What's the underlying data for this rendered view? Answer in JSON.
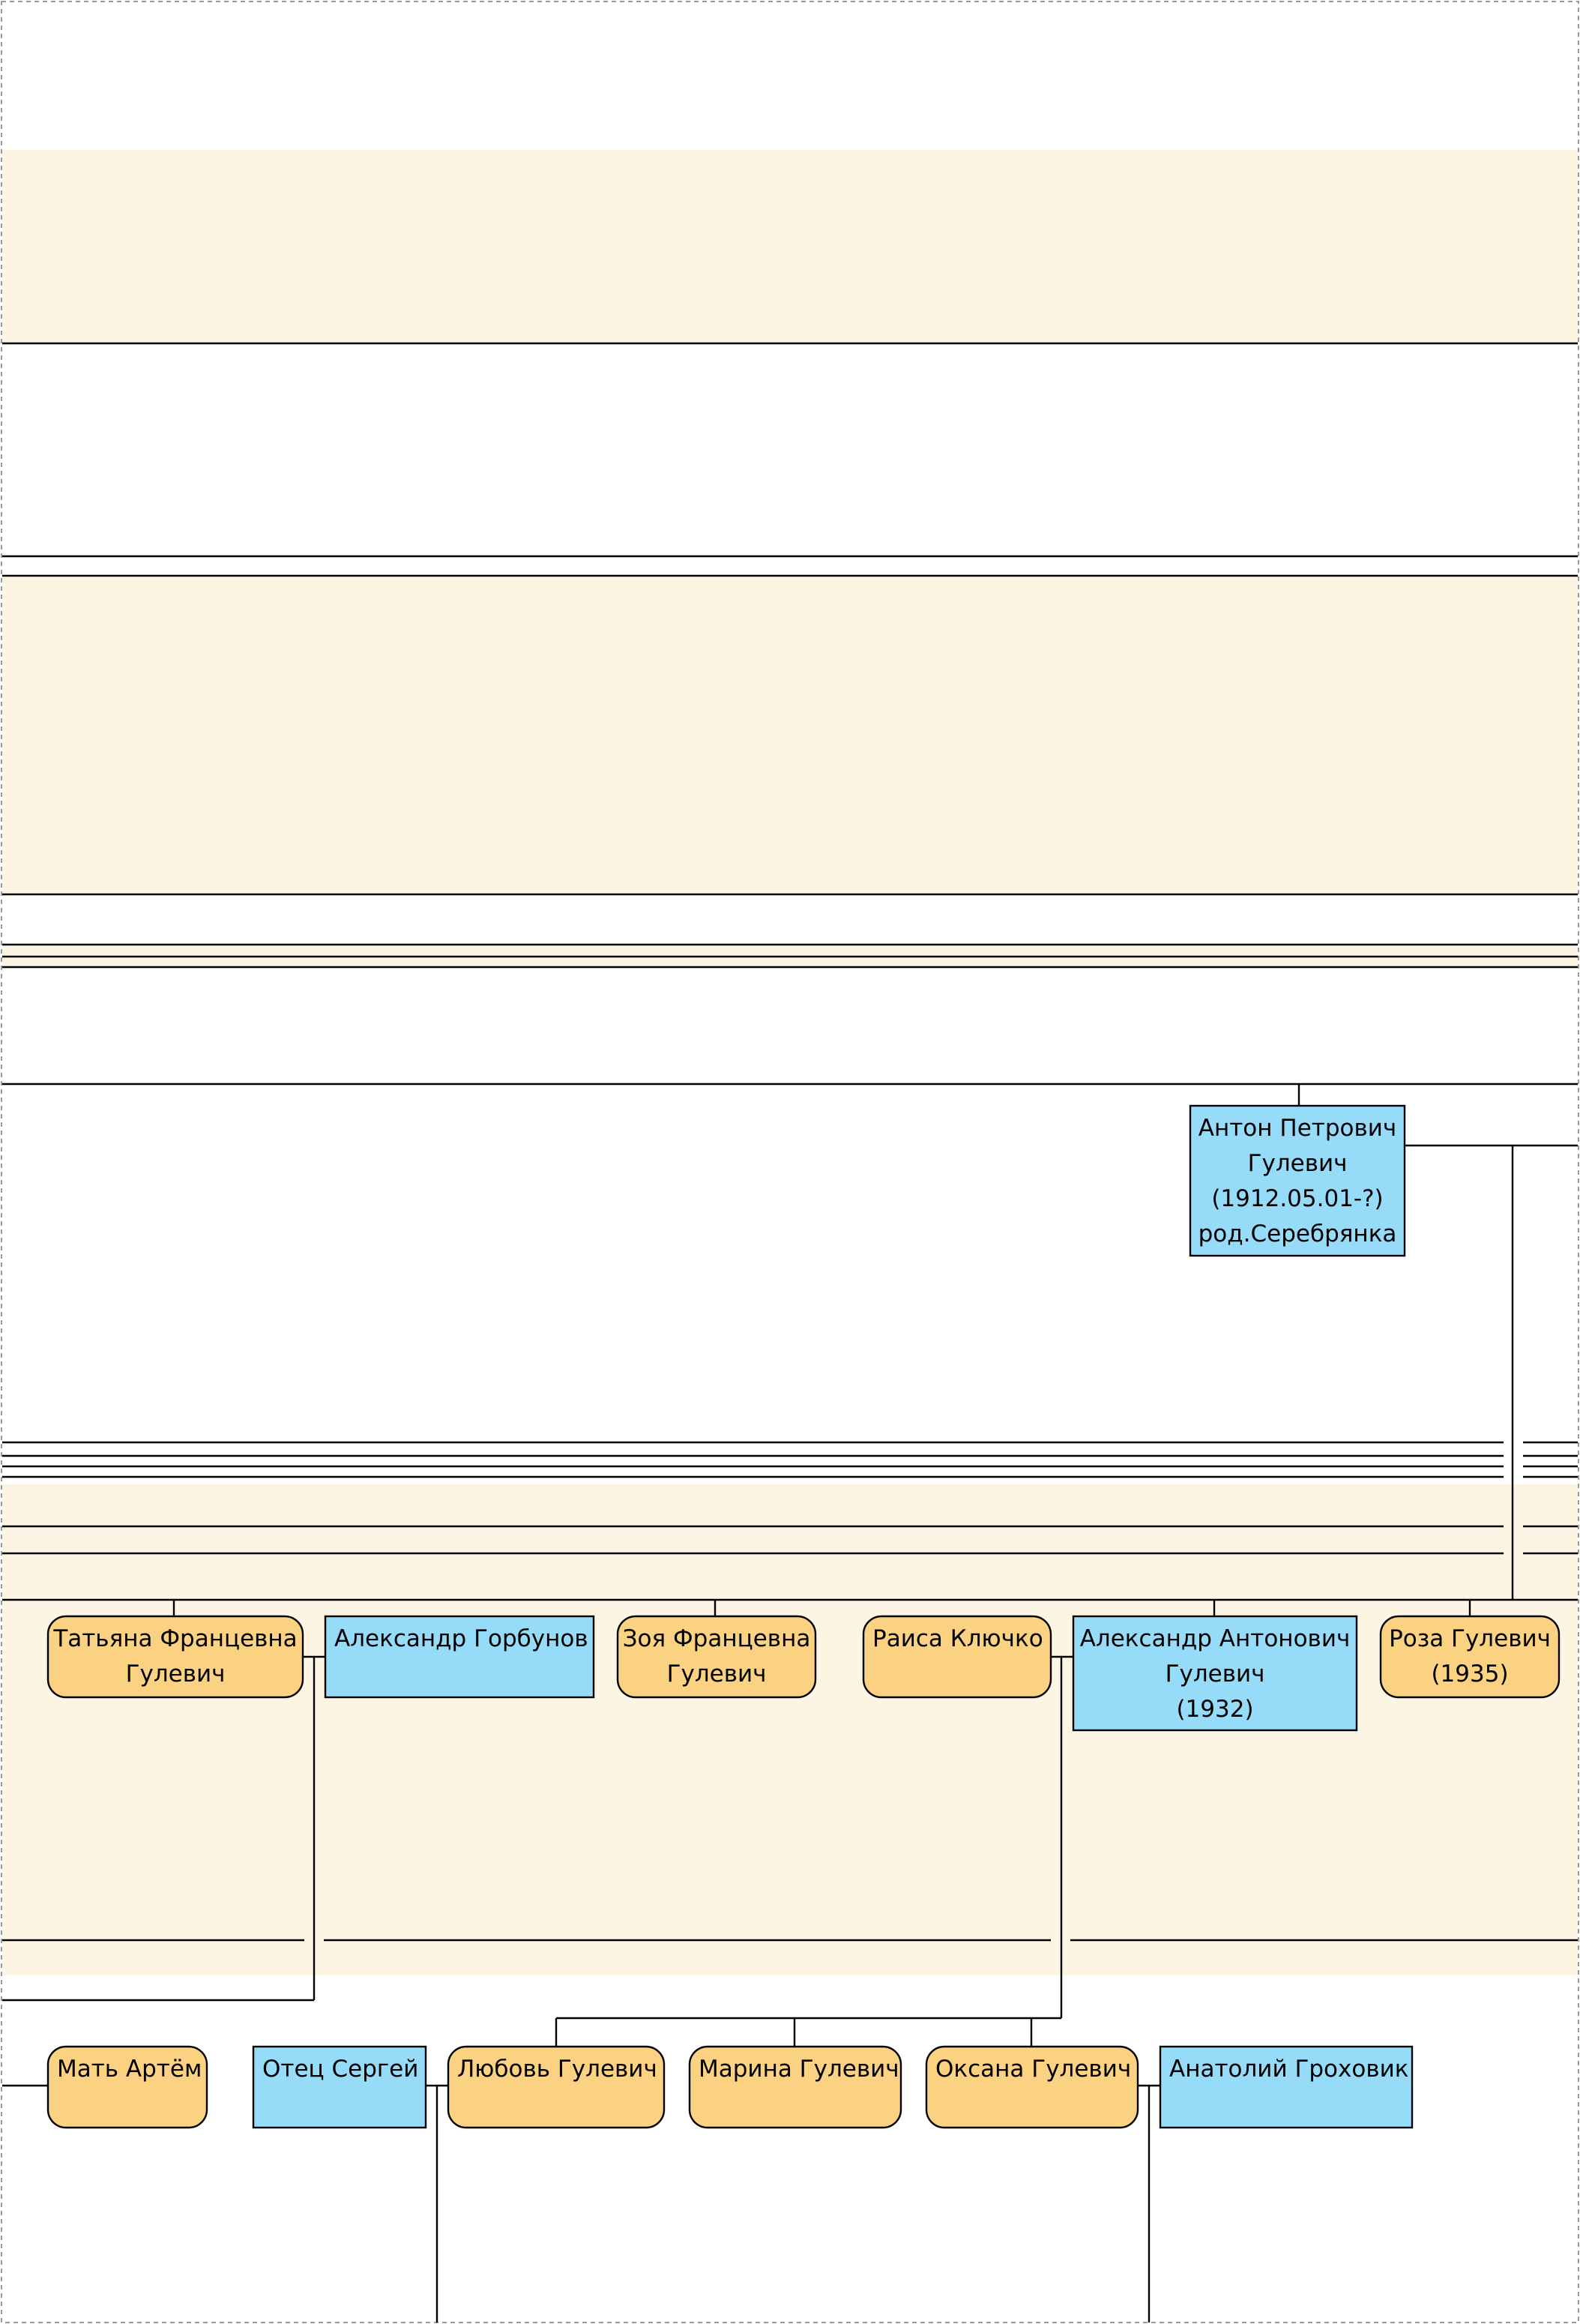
{
  "colors": {
    "band": "#fdf5e4",
    "male": "#96dcf8",
    "female": "#fbd282",
    "line": "#000000",
    "border_dash": "#9a9a9a"
  },
  "people": {
    "anton": {
      "lines": [
        "Антон Петрович",
        "Гулевич",
        "(1912.05.01-?)",
        "род.Серебрянка"
      ],
      "gender": "male"
    },
    "tatiana": {
      "lines": [
        "Татьяна Францевна",
        "Гулевич"
      ],
      "gender": "female"
    },
    "alexander_gorbunov": {
      "lines": [
        "Александр Горбунов"
      ],
      "gender": "male"
    },
    "zoya": {
      "lines": [
        "Зоя Францевна",
        "Гулевич"
      ],
      "gender": "female"
    },
    "raisa": {
      "lines": [
        "Раиса Ключко"
      ],
      "gender": "female"
    },
    "alexander_a": {
      "lines": [
        "Александр Антонович",
        "Гулевич",
        "(1932)"
      ],
      "gender": "male"
    },
    "roza": {
      "lines": [
        "Роза Гулевич",
        "(1935)"
      ],
      "gender": "female"
    },
    "mat_artem": {
      "lines": [
        "Мать Артём"
      ],
      "gender": "female"
    },
    "otec_sergey": {
      "lines": [
        "Отец Сергей"
      ],
      "gender": "male"
    },
    "lyubov": {
      "lines": [
        "Любовь Гулевич"
      ],
      "gender": "female"
    },
    "marina": {
      "lines": [
        "Марина Гулевич"
      ],
      "gender": "female"
    },
    "oksana": {
      "lines": [
        "Оксана Гулевич"
      ],
      "gender": "female"
    },
    "anatoliy": {
      "lines": [
        "Анатолий Гроховик"
      ],
      "gender": "male"
    }
  }
}
